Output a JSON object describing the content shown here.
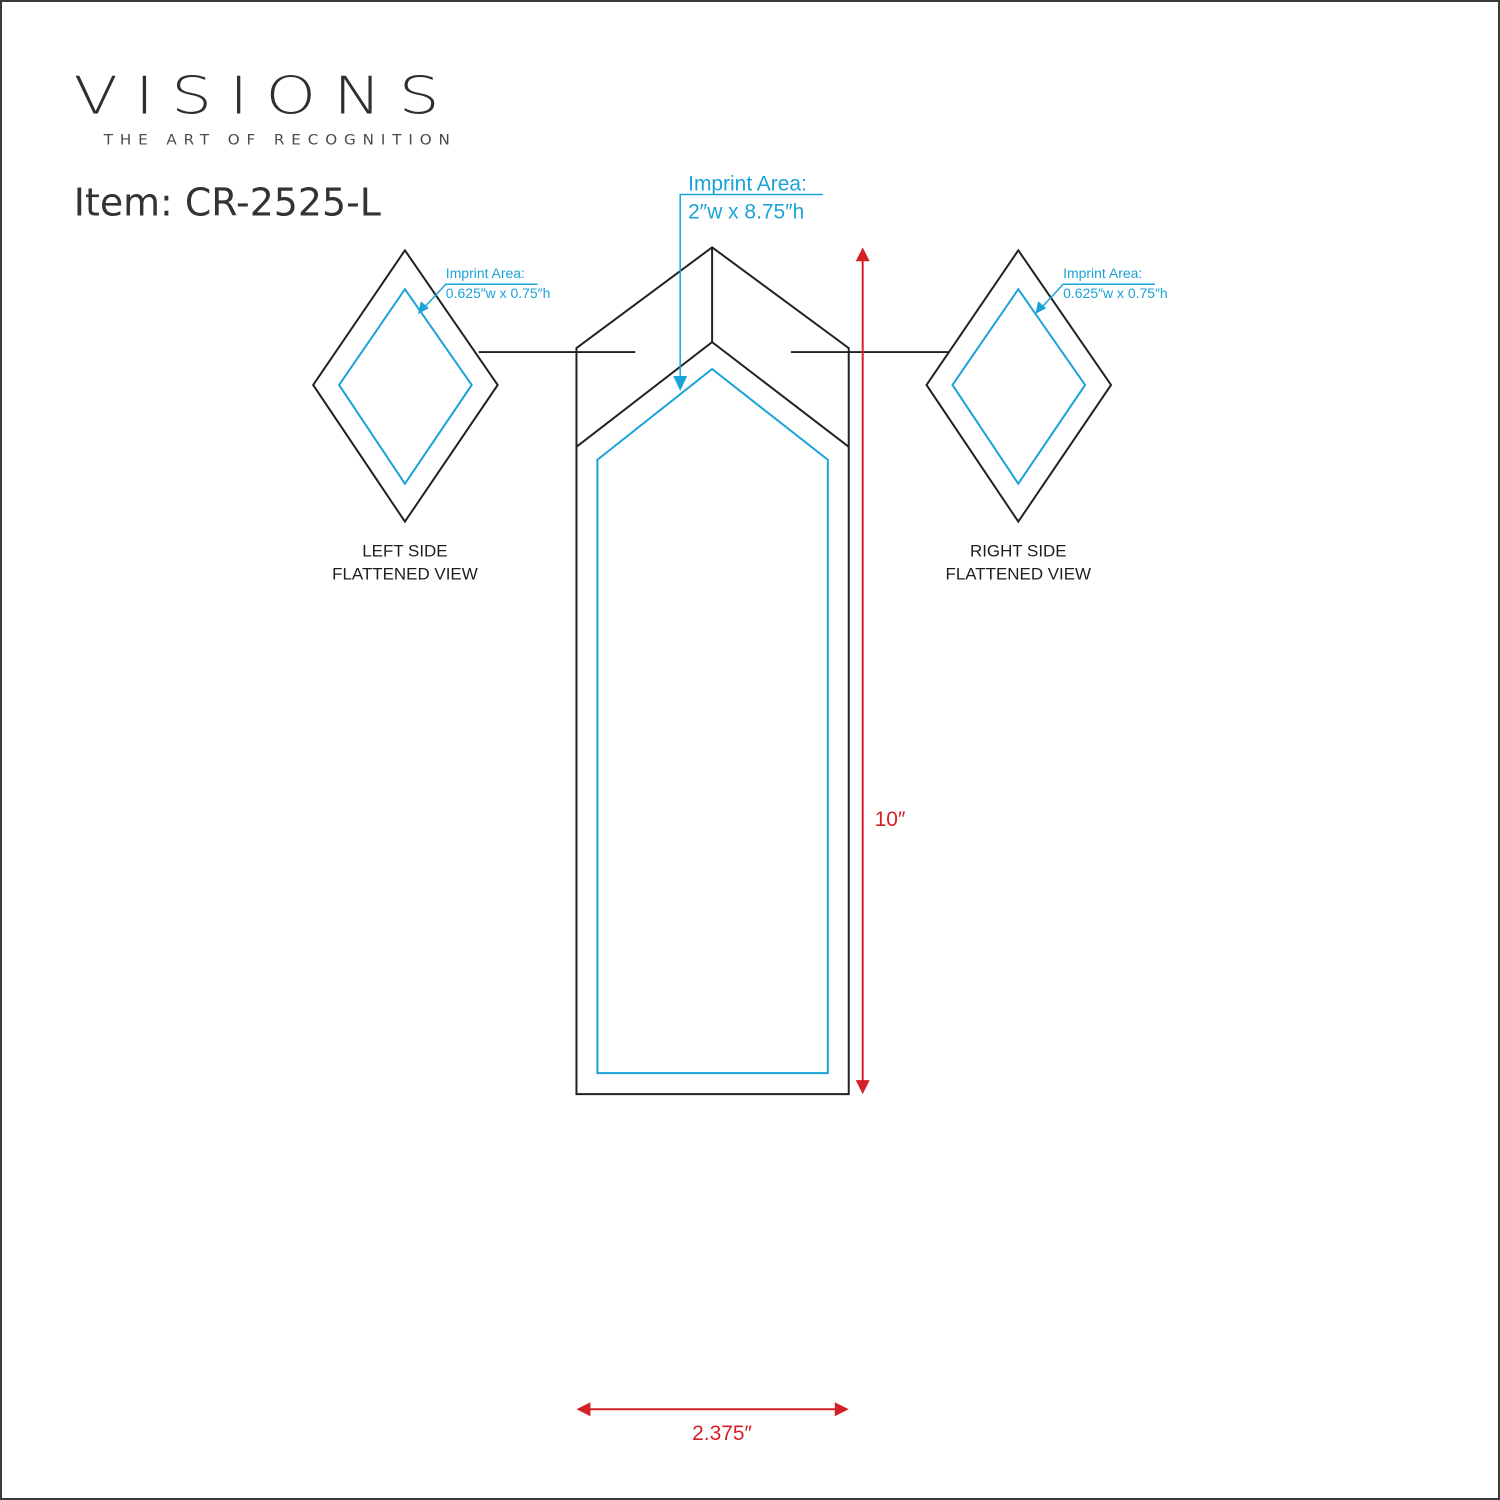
{
  "brand": {
    "name": "VISIONS",
    "tagline": "THE ART OF RECOGNITION"
  },
  "item": {
    "label": "Item: CR-2525-L"
  },
  "front": {
    "imprint_title": "Imprint Area:",
    "imprint_size": "2″w x 8.75″h"
  },
  "left_side": {
    "imprint_title": "Imprint Area:",
    "imprint_size": "0.625″w x 0.75″h",
    "view_line1": "LEFT SIDE",
    "view_line2": "FLATTENED VIEW"
  },
  "right_side": {
    "imprint_title": "Imprint Area:",
    "imprint_size": "0.625″w x 0.75″h",
    "view_line1": "RIGHT SIDE",
    "view_line2": "FLATTENED VIEW"
  },
  "dimensions": {
    "height": "10″",
    "width": "2.375″"
  },
  "colors": {
    "outline": "#222222",
    "imprint": "#1aa3d8",
    "dimension": "#d42027"
  }
}
